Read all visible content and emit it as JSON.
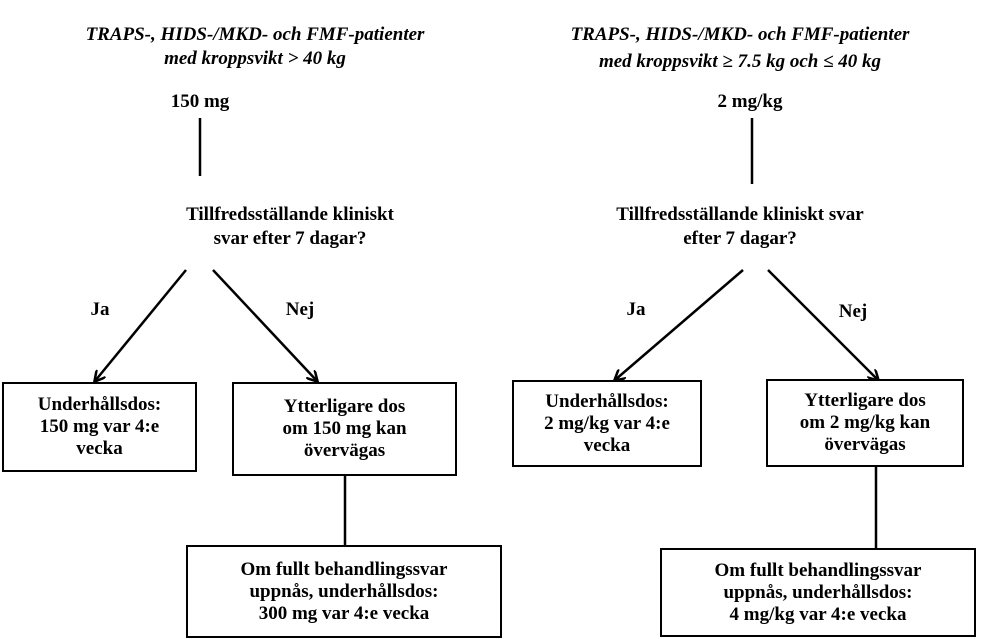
{
  "left": {
    "title_line1": "TRAPS-, HIDS-/MKD- och FMF-patienter",
    "title_line2": "med kroppsvikt > 40 kg",
    "dose": "150 mg",
    "question": "Tillfredsställande kliniskt\nsvar efter 7 dagar?",
    "yes_label": "Ja",
    "no_label": "Nej",
    "yes_box": "Underhållsdos:\n150 mg var 4:e\nvecka",
    "no_box": "Ytterligare dos\nom 150 mg kan\növervägas",
    "final_box": "Om fullt behandlingssvar\nuppnås, underhållsdos:\n300 mg var 4:e vecka"
  },
  "right": {
    "title_line1": "TRAPS-, HIDS-/MKD- och FMF-patienter",
    "title_line2": "med kroppsvikt ≥ 7.5 kg och ≤ 40 kg",
    "dose": "2 mg/kg",
    "question": "Tillfredsställande kliniskt svar\nefter 7 dagar?",
    "yes_label": "Ja",
    "no_label": "Nej",
    "yes_box": "Underhållsdos:\n2 mg/kg var 4:e\nvecka",
    "no_box": "Ytterligare dos\nom 2 mg/kg kan\növervägas",
    "final_box": "Om fullt behandlingssvar\nuppnås, underhållsdos:\n4 mg/kg var 4:e vecka"
  }
}
